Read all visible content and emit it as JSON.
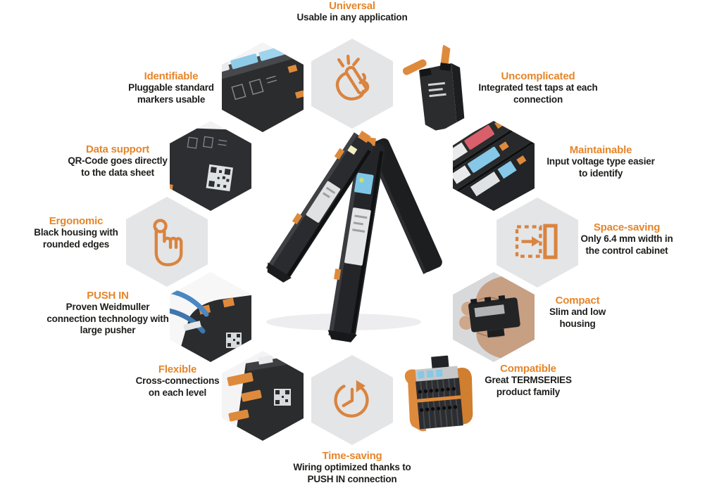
{
  "colors": {
    "accent_orange": "#e5862b",
    "icon_orange": "#d9843f",
    "hexagon_gray": "#e4e5e7",
    "body_text": "#1d1d1b"
  },
  "features": {
    "universal": {
      "title": "Universal",
      "description": "Usable in any application",
      "icon": "easy-snap-icon"
    },
    "identifiable": {
      "title": "Identifiable",
      "description": "Pluggable standard markers usable",
      "image": "module-with-blue-markers"
    },
    "uncomplicated": {
      "title": "Uncomplicated",
      "description": "Integrated test taps at each connection",
      "image": "module-with-test-taps"
    },
    "data_support": {
      "title": "Data support",
      "description": "QR-Code goes directly to the data sheet",
      "image": "module-with-qr-code"
    },
    "maintainable": {
      "title": "Maintainable",
      "description": "Input voltage type easier to identify",
      "image": "modules-with-colored-markers"
    },
    "ergonomic": {
      "title": "Ergonomic",
      "description": "Black housing with rounded edges",
      "icon": "touch-hand-icon"
    },
    "space_saving": {
      "title": "Space-saving",
      "description": "Only 6.4 mm width in the control cabinet",
      "icon": "width-reduction-icon"
    },
    "push_in": {
      "title": "PUSH IN",
      "description": "Proven Weidmuller connection technology with large pusher",
      "image": "modules-with-blue-wires"
    },
    "compact": {
      "title": "Compact",
      "description": "Slim and low housing",
      "image": "hand-holding-module"
    },
    "flexible": {
      "title": "Flexible",
      "description": "Cross-connections on each level",
      "image": "modules-with-cross-connections"
    },
    "compatible": {
      "title": "Compatible",
      "description": "Great TERMSERIES product family",
      "image": "termseries-module-assembly"
    },
    "time_saving": {
      "title": "Time-saving",
      "description": "Wiring optimized thanks to PUSH IN connection",
      "icon": "clock-rotation-icon"
    }
  },
  "center_image": {
    "name": "termseries-relay-modules"
  }
}
